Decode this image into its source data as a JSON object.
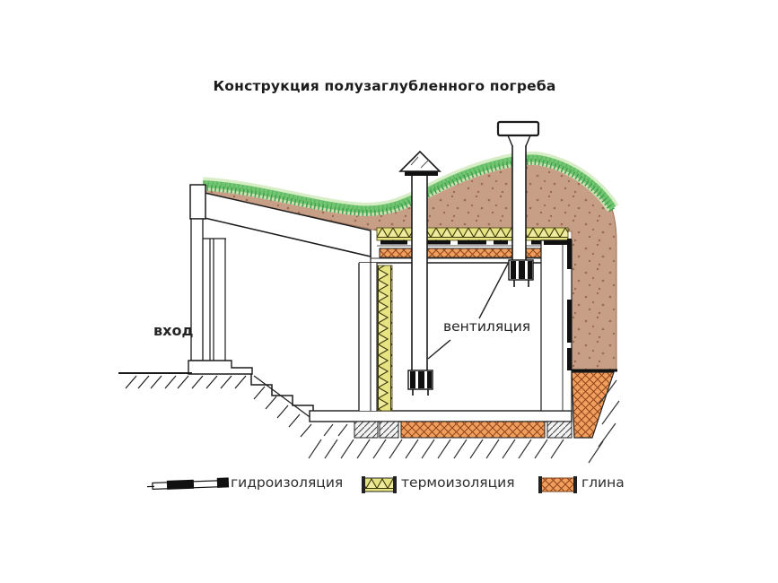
{
  "title": "Конструкция полузаглубленного погреба",
  "diagram": {
    "labels": {
      "entrance": "вход",
      "ventilation": "вентиляция"
    },
    "elements": [
      "earth-mound",
      "grass-cover",
      "entrance-post",
      "sloped-roof",
      "stairs",
      "cellar-room",
      "ceiling-insulation",
      "wall-insulation",
      "intake-vent-pipe",
      "exhaust-vent-pipe",
      "vent-valves",
      "floor-slab",
      "clay-lock",
      "foundation-blocks"
    ]
  },
  "legend": {
    "items": [
      {
        "id": "waterproofing",
        "label": "гидроизоляция"
      },
      {
        "id": "thermal-insulation",
        "label": "термоизоляция"
      },
      {
        "id": "clay",
        "label": "глина"
      }
    ]
  },
  "colors": {
    "earth": "#c79e86",
    "earth_dots": "#9a6a4e",
    "grass": "#74c573",
    "grass_glow": "#cfeabc",
    "grass_dark": "#3d9f4a",
    "insulation_yellow": "#e6e383",
    "clay_orange": "#f09f5e",
    "clay_hatch": "#8f451a",
    "outline": "#1b1b1b"
  }
}
